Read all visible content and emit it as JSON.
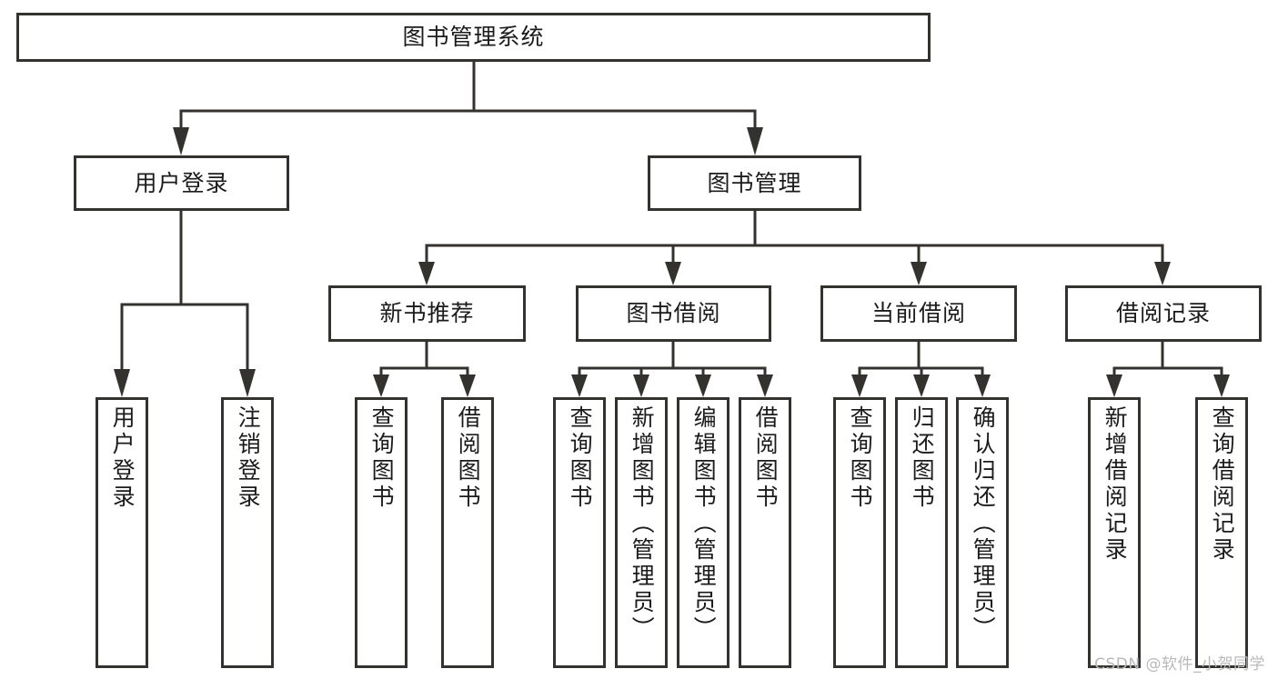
{
  "diagram": {
    "type": "tree-hierarchy",
    "title": "图书管理系统",
    "watermark": "CSDN @软件_小贺同学",
    "colors": {
      "stroke": "#33322f",
      "background": "#ffffff",
      "text": "#1b1b1b",
      "watermark": "#b9b9b9"
    },
    "nodes": {
      "root": {
        "label": "图书管理系统",
        "level": 0,
        "orientation": "horizontal"
      },
      "level1": [
        {
          "id": "user-login",
          "label": "用户登录",
          "orientation": "horizontal"
        },
        {
          "id": "book-management",
          "label": "图书管理",
          "orientation": "horizontal"
        }
      ],
      "level2": [
        {
          "id": "new-book-recommend",
          "label": "新书推荐",
          "orientation": "horizontal",
          "parent": "book-management"
        },
        {
          "id": "book-borrow",
          "label": "图书借阅",
          "orientation": "horizontal",
          "parent": "book-management"
        },
        {
          "id": "current-borrow",
          "label": "当前借阅",
          "orientation": "horizontal",
          "parent": "book-management"
        },
        {
          "id": "borrow-record",
          "label": "借阅记录",
          "orientation": "horizontal",
          "parent": "book-management"
        }
      ],
      "leaves": {
        "user_login": [
          {
            "id": "leaf-user-login",
            "label": "用户登录"
          },
          {
            "id": "leaf-logout",
            "label": "注销登录"
          }
        ],
        "new_book_recommend": [
          {
            "id": "leaf-query-book-1",
            "label": "查询图书"
          },
          {
            "id": "leaf-borrow-book-1",
            "label": "借阅图书"
          }
        ],
        "book_borrow": [
          {
            "id": "leaf-query-book-2",
            "label": "查询图书"
          },
          {
            "id": "leaf-add-book",
            "label": "新增图书（管理员）"
          },
          {
            "id": "leaf-edit-book",
            "label": "编辑图书（管理员）"
          },
          {
            "id": "leaf-borrow-book-2",
            "label": "借阅图书"
          }
        ],
        "current_borrow": [
          {
            "id": "leaf-query-book-3",
            "label": "查询图书"
          },
          {
            "id": "leaf-return-book",
            "label": "归还图书"
          },
          {
            "id": "leaf-confirm-return",
            "label": "确认归还（管理员）"
          }
        ],
        "borrow_record": [
          {
            "id": "leaf-add-record",
            "label": "新增借阅记录"
          },
          {
            "id": "leaf-query-record",
            "label": "查询借阅记录"
          }
        ]
      }
    }
  }
}
